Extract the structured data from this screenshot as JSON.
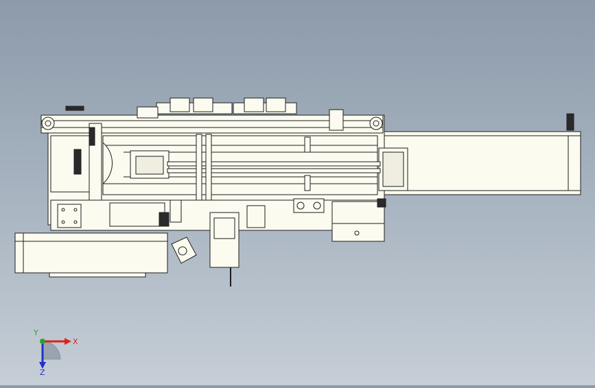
{
  "view": {
    "background_top": "#8c9aaa",
    "background_bottom": "#c6ced6",
    "model_fill": "#fbfbf0",
    "model_stroke": "#1e1e1e",
    "motor_fill": "#2a2a2a"
  },
  "triad": {
    "x_label": "X",
    "y_label": "Y",
    "z_label": "Z",
    "x_color": "#e0201c",
    "y_color": "#2ea02e",
    "z_color": "#2430c8"
  }
}
